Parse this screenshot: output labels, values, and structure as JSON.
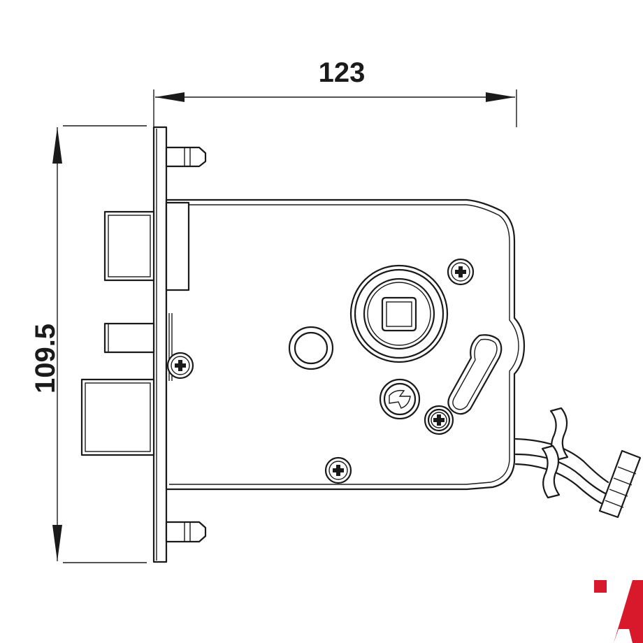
{
  "dimensions": {
    "width_label": "123",
    "height_label": "109.5"
  },
  "colors": {
    "line": "#1a1a1a",
    "background": "#ffffff",
    "brand_red": "#d7192b"
  },
  "logo": {
    "text": "A"
  }
}
